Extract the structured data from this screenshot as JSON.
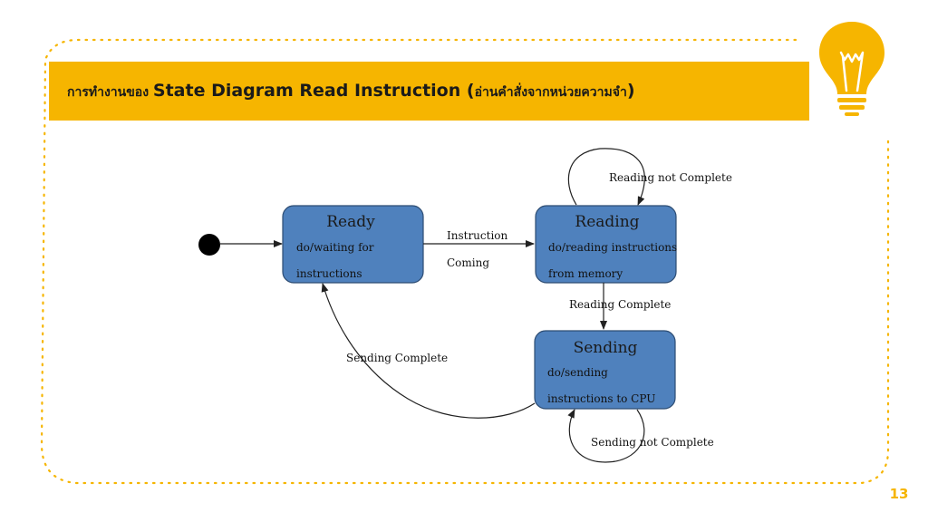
{
  "slide": {
    "title_prefix": "การทำงานของ ",
    "title_main": "State Diagram Read Instruction",
    "title_paren_open": " (",
    "title_suffix": "อ่านคำสั่งจากหน่วยความจำ",
    "title_paren_close": ")",
    "page_number": "13",
    "accent_color": "#f6b500",
    "icon": "lightbulb-icon"
  },
  "diagram": {
    "state_fill": "#4f81bd",
    "states": {
      "ready": {
        "name": "Ready",
        "activity_line1": "do/waiting for",
        "activity_line2": "instructions"
      },
      "reading": {
        "name": "Reading",
        "activity_line1": "do/reading instructions",
        "activity_line2": "from memory"
      },
      "sending": {
        "name": "Sending",
        "activity_line1": "do/sending",
        "activity_line2": "instructions to CPU"
      }
    },
    "transitions": {
      "ready_to_reading_line1": "Instruction",
      "ready_to_reading_line2": "Coming",
      "reading_self": "Reading not Complete",
      "reading_to_sending": "Reading Complete",
      "sending_self": "Sending not Complete",
      "sending_to_ready": "Sending Complete"
    }
  }
}
